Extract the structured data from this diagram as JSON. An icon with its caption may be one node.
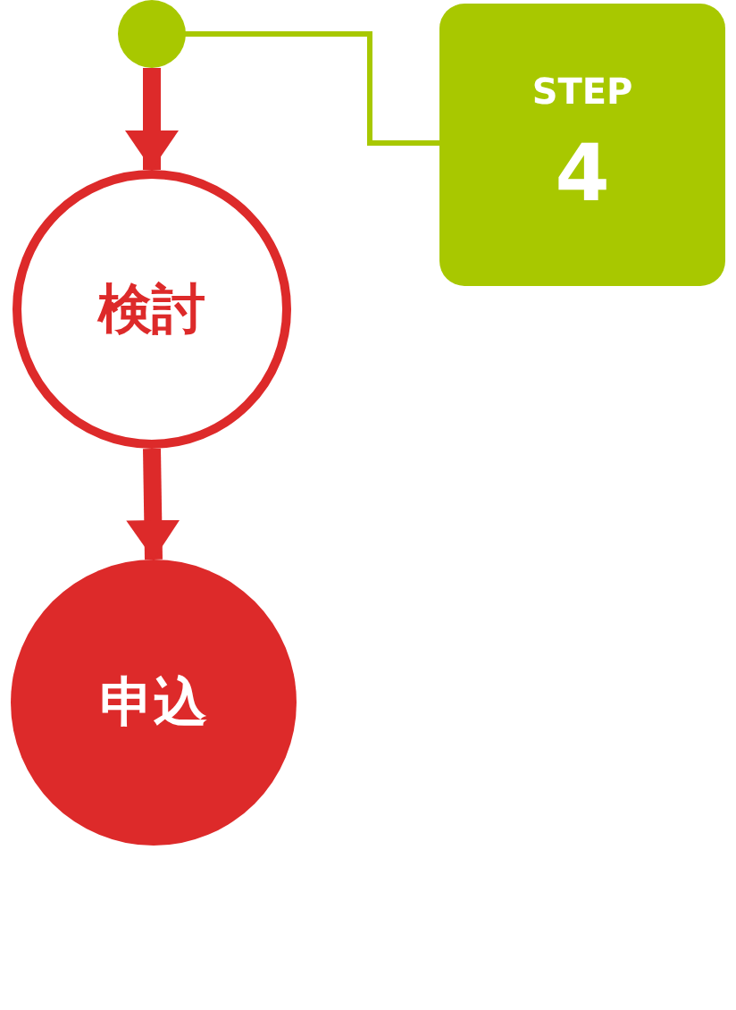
{
  "diagram": {
    "nodes": [
      {
        "text": [],
        "shape": "circle"
      },
      {
        "text": [
          "STEP",
          "4"
        ]
      },
      {
        "text": [
          "検討"
        ]
      },
      {
        "text": [
          "申込"
        ]
      }
    ],
    "edges": [
      {
        "from": 0,
        "to": 1,
        "arrow": "none",
        "color": "#a8c800"
      },
      {
        "from": 0,
        "to": 2,
        "arrow": "to"
      },
      {
        "from": 2,
        "to": 3,
        "arrow": "to"
      }
    ]
  }
}
